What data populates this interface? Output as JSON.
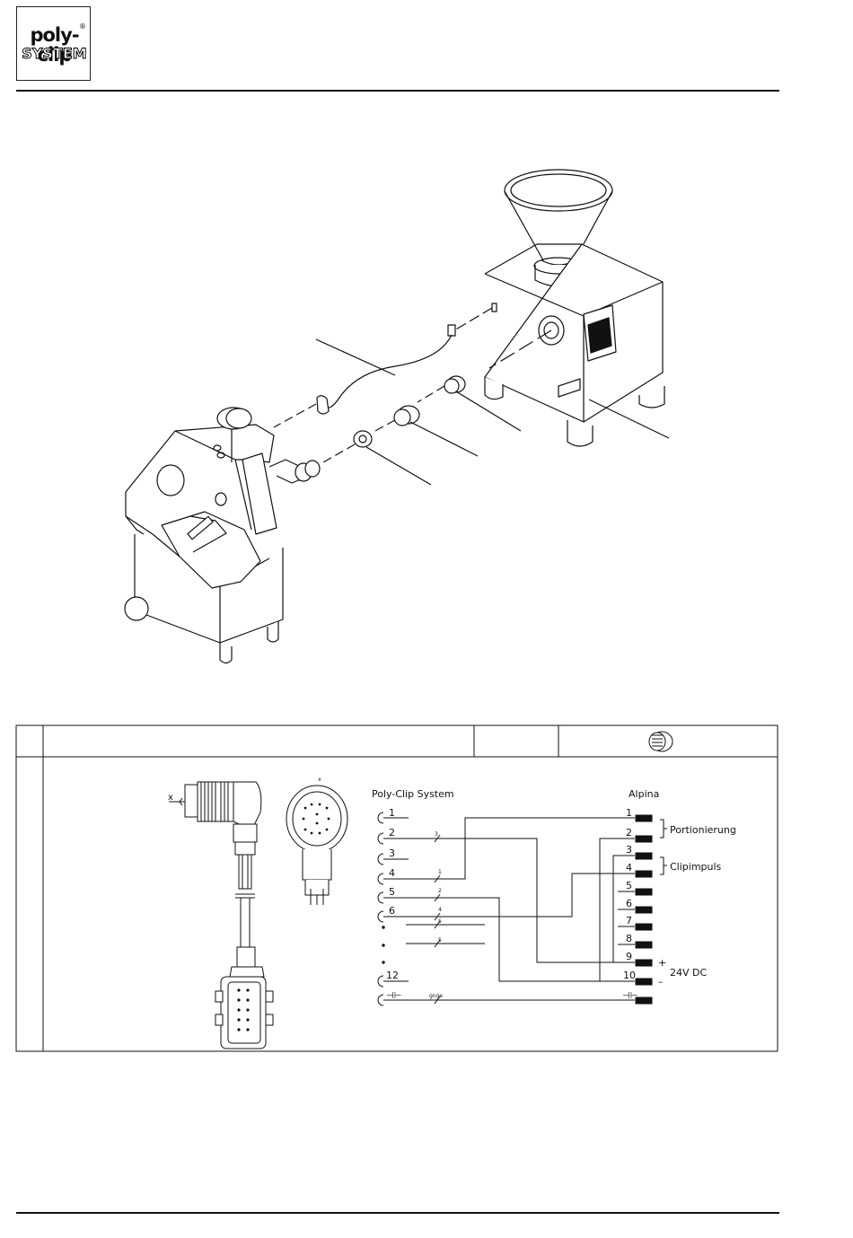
{
  "logo": {
    "brand": "poly-clip",
    "sub": "SYSTEM",
    "reg": "®"
  },
  "wiring": {
    "connector_marker": "x",
    "left_title": "Poly-Clip System",
    "right_title": "Alpina",
    "left_pins": [
      "1",
      "2",
      "3",
      "4",
      "5",
      "6",
      "12"
    ],
    "right_pins": [
      "1",
      "2",
      "3",
      "4",
      "5",
      "6",
      "7",
      "8",
      "9",
      "10"
    ],
    "ground_symbol": "⊣⊢",
    "ground_wire_label": "gnge",
    "wire_marks": [
      "3",
      "1",
      "2",
      "4",
      "5",
      "5"
    ],
    "group_labels": {
      "portionierung": "Portionierung",
      "clipimpuls": "Clipimpuls",
      "supply": "24V DC"
    },
    "polarity": {
      "plus": "+",
      "minus": "–"
    }
  }
}
